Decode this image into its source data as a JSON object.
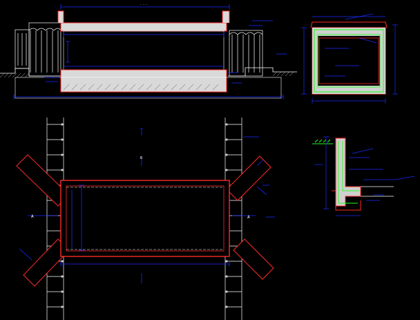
{
  "drawing": {
    "background": "#000000",
    "colors": {
      "outline": "#ffffff",
      "dimension": "#1a2cff",
      "structure": "#ff2a2a",
      "reinforcement": "#22ff22",
      "fill": "#e8e8e8",
      "leader": "#1a2cff"
    },
    "views": [
      "longitudinal-section",
      "cross-section",
      "plan-view",
      "wing-wall-detail"
    ]
  },
  "labels": {
    "section_mark_a_left": "A",
    "section_mark_a_right": "A",
    "plan_marker": "B"
  }
}
